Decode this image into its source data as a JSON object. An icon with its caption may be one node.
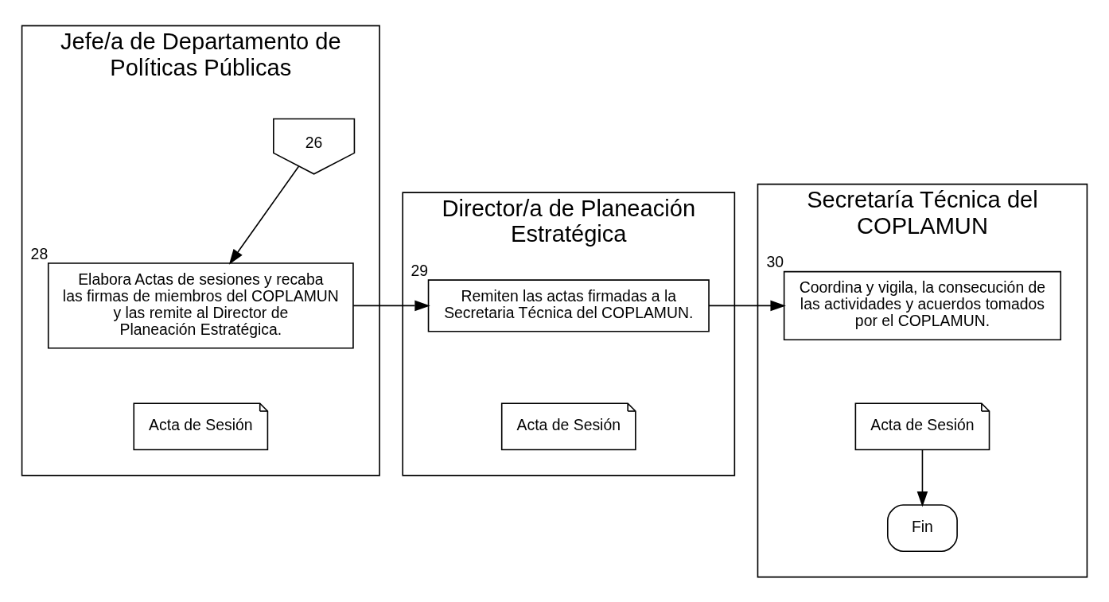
{
  "diagram": {
    "nodes": [
      {
        "text": [
          "Jefe/a de Departamento de Políticas Públicas"
        ]
      },
      {
        "text": [
          "Director/a de Planeación Estratégica"
        ]
      },
      {
        "text": [
          "Secretaría Técnica del COPLAMUN"
        ]
      },
      {
        "text": [
          "26"
        ],
        "in": 0
      },
      {
        "text": [
          "Elabora Actas de sesiones y recaba las firmas de miembros del COPLAMUN y las remite al Director de Planeación Estratégica."
        ],
        "beside": [
          "28"
        ],
        "in": 0
      },
      {
        "text": [
          "Acta de Sesión"
        ],
        "in": 0
      },
      {
        "text": [
          "Remiten las actas firmadas a la Secretaria Técnica del COPLAMUN."
        ],
        "beside": [
          "29"
        ],
        "in": 1
      },
      {
        "text": [
          "Acta de Sesión"
        ],
        "in": 1
      },
      {
        "text": [
          "Coordina y vigila, la consecución de las actividades y acuerdos tomados por el COPLAMUN."
        ],
        "beside": [
          "30"
        ],
        "in": 2
      },
      {
        "text": [
          "Acta de Sesión"
        ],
        "in": 2
      },
      {
        "text": [
          "Fin"
        ],
        "in": 2
      }
    ],
    "edges": [
      {
        "from": 3,
        "to": 4,
        "arrow": "to"
      },
      {
        "from": 4,
        "to": 6,
        "arrow": "to"
      },
      {
        "from": 6,
        "to": 8,
        "arrow": "to"
      },
      {
        "from": 9,
        "to": 10,
        "arrow": "to"
      }
    ]
  }
}
